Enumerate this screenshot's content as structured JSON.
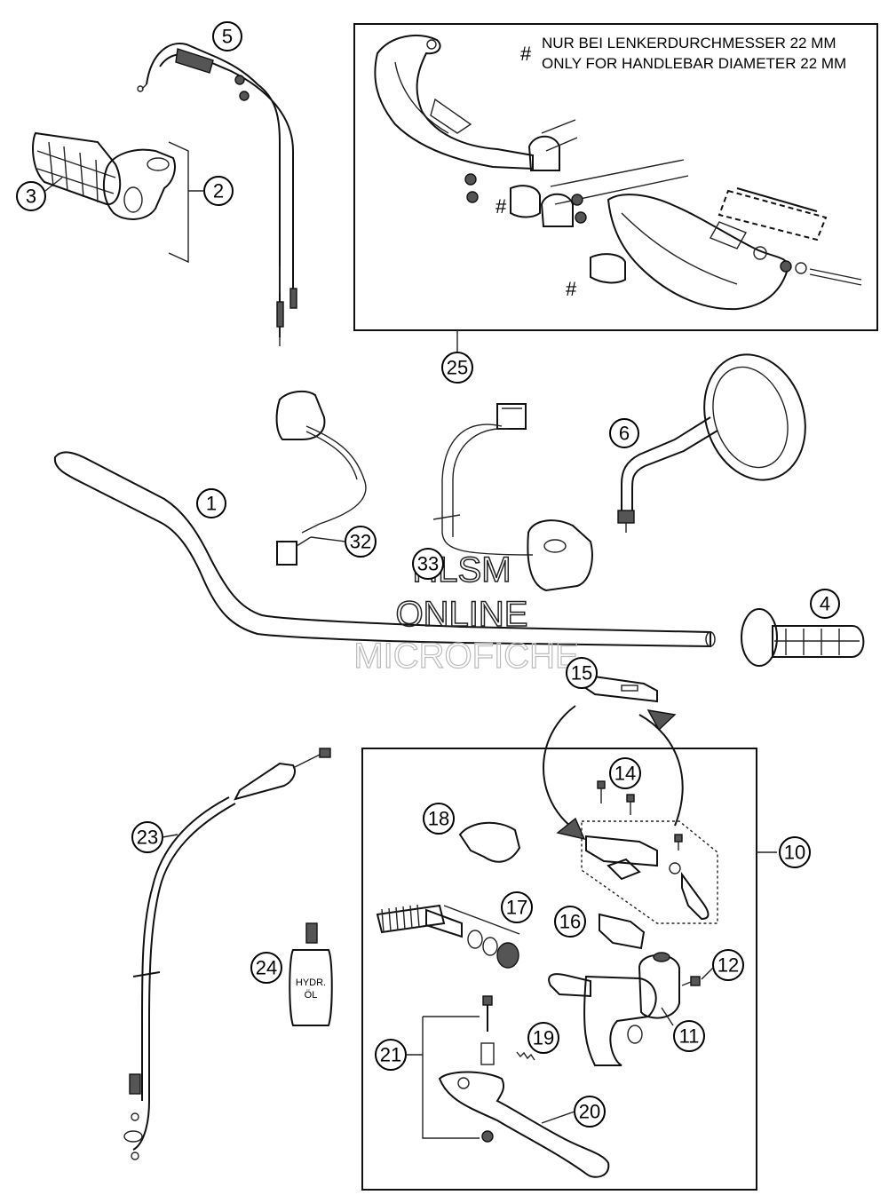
{
  "note": {
    "symbol": "#",
    "line1": "NUR BEI LENKERDURCHMESSER 22 MM",
    "line2": "ONLY FOR HANDLEBAR DIAMETER 22 MM"
  },
  "hash_marks": [
    "#",
    "#",
    "#"
  ],
  "callouts": [
    {
      "id": "c1",
      "label": "1"
    },
    {
      "id": "c2",
      "label": "2"
    },
    {
      "id": "c3",
      "label": "3"
    },
    {
      "id": "c4",
      "label": "4"
    },
    {
      "id": "c5",
      "label": "5"
    },
    {
      "id": "c6",
      "label": "6"
    },
    {
      "id": "c10",
      "label": "10"
    },
    {
      "id": "c11",
      "label": "11"
    },
    {
      "id": "c12",
      "label": "12"
    },
    {
      "id": "c14",
      "label": "14"
    },
    {
      "id": "c15",
      "label": "15"
    },
    {
      "id": "c16",
      "label": "16"
    },
    {
      "id": "c17",
      "label": "17"
    },
    {
      "id": "c18",
      "label": "18"
    },
    {
      "id": "c19",
      "label": "19"
    },
    {
      "id": "c20",
      "label": "20"
    },
    {
      "id": "c21",
      "label": "21"
    },
    {
      "id": "c23",
      "label": "23"
    },
    {
      "id": "c24",
      "label": "24"
    },
    {
      "id": "c25",
      "label": "25"
    },
    {
      "id": "c32",
      "label": "32"
    },
    {
      "id": "c33",
      "label": "33"
    }
  ],
  "oil_bottle": {
    "line1": "HYDR.",
    "line2": "ÖL"
  },
  "watermark": {
    "line1": "HLSM",
    "line2": "ONLINE",
    "line3": "MICROFICHE"
  }
}
